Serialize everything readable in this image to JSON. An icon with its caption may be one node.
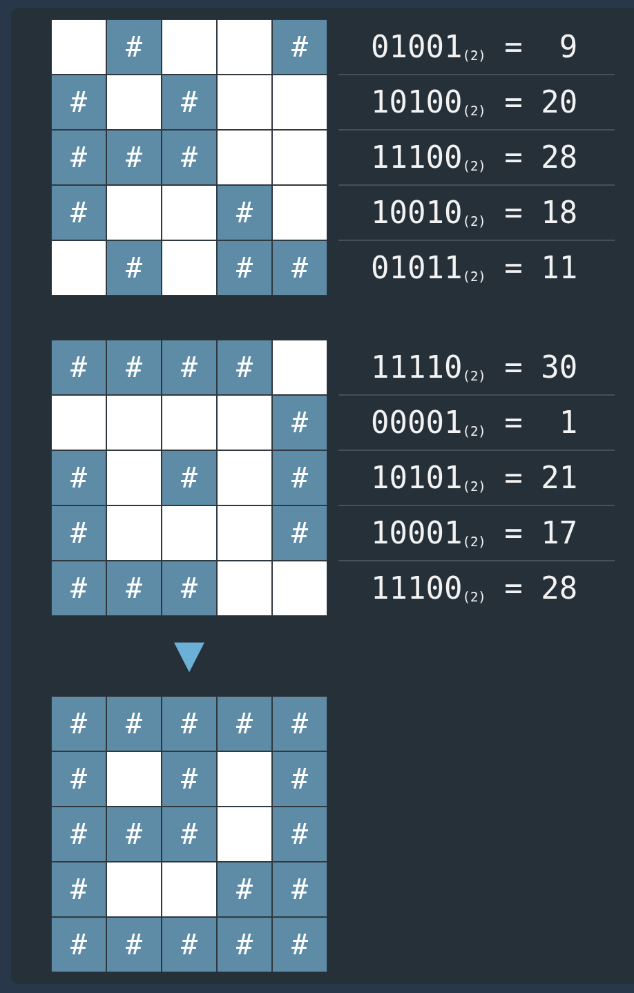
{
  "diagram": {
    "nodes": [
      {
        "text": [],
        "shape": "box",
        "beside": [
          "01001$_{(2)}$ =  9",
          "10100$_{(2)}$ = 20",
          "11100$_{(2)}$ = 28",
          "10010$_{(2)}$ = 18",
          "01011$_{(2)}$ = 11"
        ]
      },
      {
        "text": [],
        "shape": "box",
        "in": 0
      },
      {
        "text": [
          "#"
        ],
        "in": 0
      },
      {
        "text": [],
        "shape": "box",
        "in": 0
      },
      {
        "text": [],
        "shape": "box",
        "in": 0
      },
      {
        "text": [
          "#"
        ],
        "in": 0
      },
      {
        "text": [
          "#"
        ],
        "in": 0
      },
      {
        "text": [],
        "shape": "box",
        "in": 0
      },
      {
        "text": [
          "#"
        ],
        "in": 0
      },
      {
        "text": [],
        "shape": "box",
        "in": 0
      },
      {
        "text": [],
        "shape": "box",
        "in": 0
      },
      {
        "text": [
          "#"
        ],
        "in": 0
      },
      {
        "text": [
          "#"
        ],
        "in": 0
      },
      {
        "text": [
          "#"
        ],
        "in": 0
      },
      {
        "text": [],
        "shape": "box",
        "in": 0
      },
      {
        "text": [],
        "shape": "box",
        "in": 0
      },
      {
        "text": [
          "#"
        ],
        "in": 0
      },
      {
        "text": [],
        "shape": "box",
        "in": 0
      },
      {
        "text": [],
        "shape": "box",
        "in": 0
      },
      {
        "text": [
          "#"
        ],
        "in": 0
      },
      {
        "text": [],
        "shape": "box",
        "in": 0
      },
      {
        "text": [],
        "shape": "box",
        "in": 0
      },
      {
        "text": [
          "#"
        ],
        "in": 0
      },
      {
        "text": [],
        "shape": "box",
        "in": 0
      },
      {
        "text": [
          "#"
        ],
        "in": 0
      },
      {
        "text": [
          "#"
        ],
        "in": 0
      },
      {
        "text": [],
        "shape": "box",
        "beside": [
          "11110$_{(2)}$ = 30",
          "00001$_{(2)}$ =  1",
          "10101$_{(2)}$ = 21",
          "10001$_{(2)}$ = 17",
          "11100$_{(2)}$ = 28"
        ]
      },
      {
        "text": [
          "#"
        ],
        "in": 26
      },
      {
        "text": [
          "#"
        ],
        "in": 26
      },
      {
        "text": [
          "#"
        ],
        "in": 26
      },
      {
        "text": [
          "#"
        ],
        "in": 26
      },
      {
        "text": [],
        "shape": "box",
        "in": 26
      },
      {
        "text": [],
        "shape": "box",
        "in": 26
      },
      {
        "text": [],
        "shape": "box",
        "in": 26
      },
      {
        "text": [],
        "shape": "box",
        "in": 26
      },
      {
        "text": [],
        "shape": "box",
        "in": 26
      },
      {
        "text": [
          "#"
        ],
        "in": 26
      },
      {
        "text": [
          "#"
        ],
        "in": 26
      },
      {
        "text": [],
        "shape": "box",
        "in": 26
      },
      {
        "text": [
          "#"
        ],
        "in": 26
      },
      {
        "text": [],
        "shape": "box",
        "in": 26
      },
      {
        "text": [
          "#"
        ],
        "in": 26
      },
      {
        "text": [
          "#"
        ],
        "in": 26
      },
      {
        "text": [],
        "shape": "box",
        "in": 26
      },
      {
        "text": [],
        "shape": "box",
        "in": 26
      },
      {
        "text": [],
        "shape": "box",
        "in": 26
      },
      {
        "text": [
          "#"
        ],
        "in": 26
      },
      {
        "text": [
          "#"
        ],
        "in": 26
      },
      {
        "text": [
          "#"
        ],
        "in": 26
      },
      {
        "text": [
          "#"
        ],
        "in": 26
      },
      {
        "text": [],
        "shape": "box",
        "in": 26
      },
      {
        "text": [],
        "shape": "box",
        "in": 26
      },
      {
        "text": [],
        "shape": "box"
      },
      {
        "text": [
          "#"
        ],
        "in": 52
      },
      {
        "text": [
          "#"
        ],
        "in": 52
      },
      {
        "text": [
          "#"
        ],
        "in": 52
      },
      {
        "text": [
          "#"
        ],
        "in": 52
      },
      {
        "text": [
          "#"
        ],
        "in": 52
      },
      {
        "text": [
          "#"
        ],
        "in": 52
      },
      {
        "text": [],
        "shape": "box",
        "in": 52
      },
      {
        "text": [
          "#"
        ],
        "in": 52
      },
      {
        "text": [],
        "shape": "box",
        "in": 52
      },
      {
        "text": [
          "#"
        ],
        "in": 52
      },
      {
        "text": [
          "#"
        ],
        "in": 52
      },
      {
        "text": [
          "#"
        ],
        "in": 52
      },
      {
        "text": [
          "#"
        ],
        "in": 52
      },
      {
        "text": [],
        "shape": "box",
        "in": 52
      },
      {
        "text": [
          "#"
        ],
        "in": 52
      },
      {
        "text": [
          "#"
        ],
        "in": 52
      },
      {
        "text": [],
        "shape": "box",
        "in": 52
      },
      {
        "text": [],
        "shape": "box",
        "in": 52
      },
      {
        "text": [
          "#"
        ],
        "in": 52
      },
      {
        "text": [
          "#"
        ],
        "in": 52
      },
      {
        "text": [
          "#"
        ],
        "in": 52
      },
      {
        "text": [
          "#"
        ],
        "in": 52
      },
      {
        "text": [
          "#"
        ],
        "in": 52
      },
      {
        "text": [
          "#"
        ],
        "in": 52
      },
      {
        "text": [
          "#"
        ],
        "in": 52
      }
    ],
    "edges": [
      {
        "from": 26,
        "to": 52,
        "arrow": "to"
      }
    ]
  }
}
